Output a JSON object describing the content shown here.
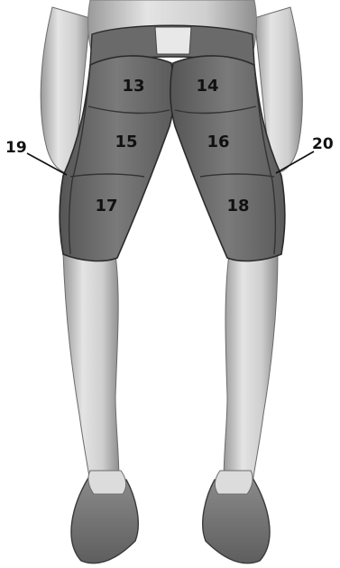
{
  "zones": [
    {
      "key": "z13",
      "label": "13"
    },
    {
      "key": "z14",
      "label": "14"
    },
    {
      "key": "z15",
      "label": "15"
    },
    {
      "key": "z16",
      "label": "16"
    },
    {
      "key": "z17",
      "label": "17"
    },
    {
      "key": "z18",
      "label": "18"
    }
  ],
  "side_labels": {
    "left": "19",
    "right": "20"
  },
  "colors": {
    "garment": "#6f6f6f",
    "skin": "#d6d6d6",
    "shoe": "#7b7b7b",
    "background": "#ffffff"
  }
}
